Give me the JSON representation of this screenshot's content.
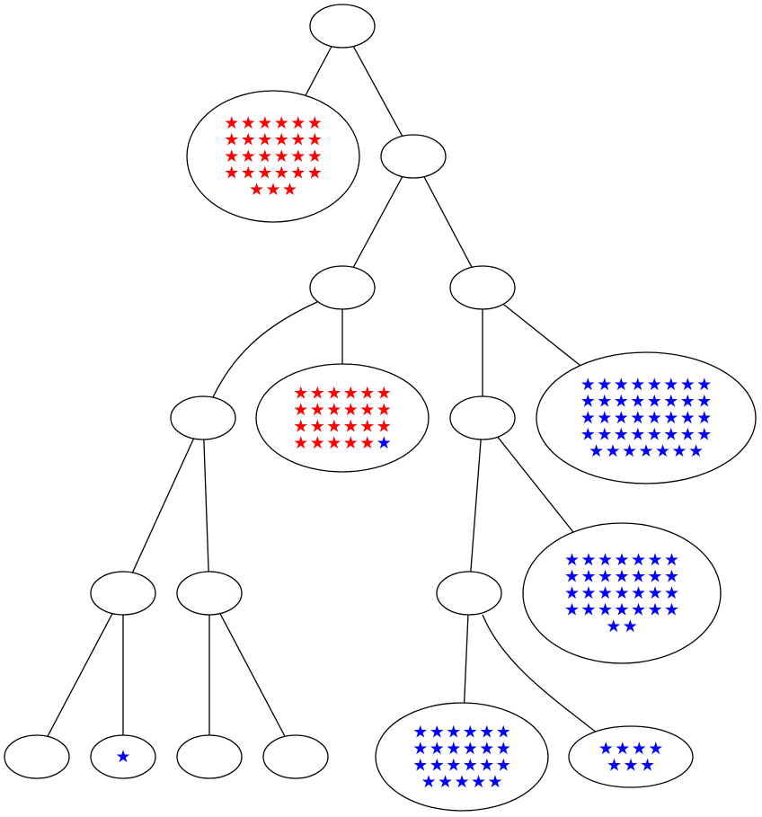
{
  "star_glyph": "★",
  "colors": {
    "red": "#ff0000",
    "blue": "#0000ff",
    "stroke": "#000000"
  },
  "nodes": [
    {
      "id": "root",
      "stars": []
    },
    {
      "id": "n1",
      "stars": [
        {
          "color": "red",
          "count": 27
        }
      ]
    },
    {
      "id": "n2",
      "stars": []
    },
    {
      "id": "n3",
      "stars": []
    },
    {
      "id": "n4",
      "stars": []
    },
    {
      "id": "n5",
      "stars": []
    },
    {
      "id": "n6",
      "stars": [
        {
          "color": "red",
          "count": 23
        },
        {
          "color": "blue",
          "count": 1
        }
      ]
    },
    {
      "id": "n7",
      "stars": []
    },
    {
      "id": "n8",
      "stars": [
        {
          "color": "blue",
          "count": 39
        }
      ]
    },
    {
      "id": "n9",
      "stars": []
    },
    {
      "id": "n10",
      "stars": []
    },
    {
      "id": "n11",
      "stars": []
    },
    {
      "id": "n12",
      "stars": [
        {
          "color": "blue",
          "count": 30
        }
      ]
    },
    {
      "id": "n13",
      "stars": []
    },
    {
      "id": "n14",
      "stars": [
        {
          "color": "blue",
          "count": 1
        }
      ]
    },
    {
      "id": "n15",
      "stars": []
    },
    {
      "id": "n16",
      "stars": []
    },
    {
      "id": "n17",
      "stars": [
        {
          "color": "blue",
          "count": 23
        }
      ]
    },
    {
      "id": "n18",
      "stars": [
        {
          "color": "blue",
          "count": 7
        }
      ]
    }
  ],
  "edges": [
    [
      "root",
      "n1"
    ],
    [
      "root",
      "n2"
    ],
    [
      "n2",
      "n3"
    ],
    [
      "n2",
      "n4"
    ],
    [
      "n3",
      "n5"
    ],
    [
      "n3",
      "n6"
    ],
    [
      "n4",
      "n7"
    ],
    [
      "n4",
      "n8"
    ],
    [
      "n5",
      "n9"
    ],
    [
      "n5",
      "n10"
    ],
    [
      "n7",
      "n11"
    ],
    [
      "n7",
      "n12"
    ],
    [
      "n9",
      "n13"
    ],
    [
      "n9",
      "n14"
    ],
    [
      "n10",
      "n15"
    ],
    [
      "n10",
      "n16"
    ],
    [
      "n11",
      "n17"
    ],
    [
      "n11",
      "n18"
    ]
  ]
}
